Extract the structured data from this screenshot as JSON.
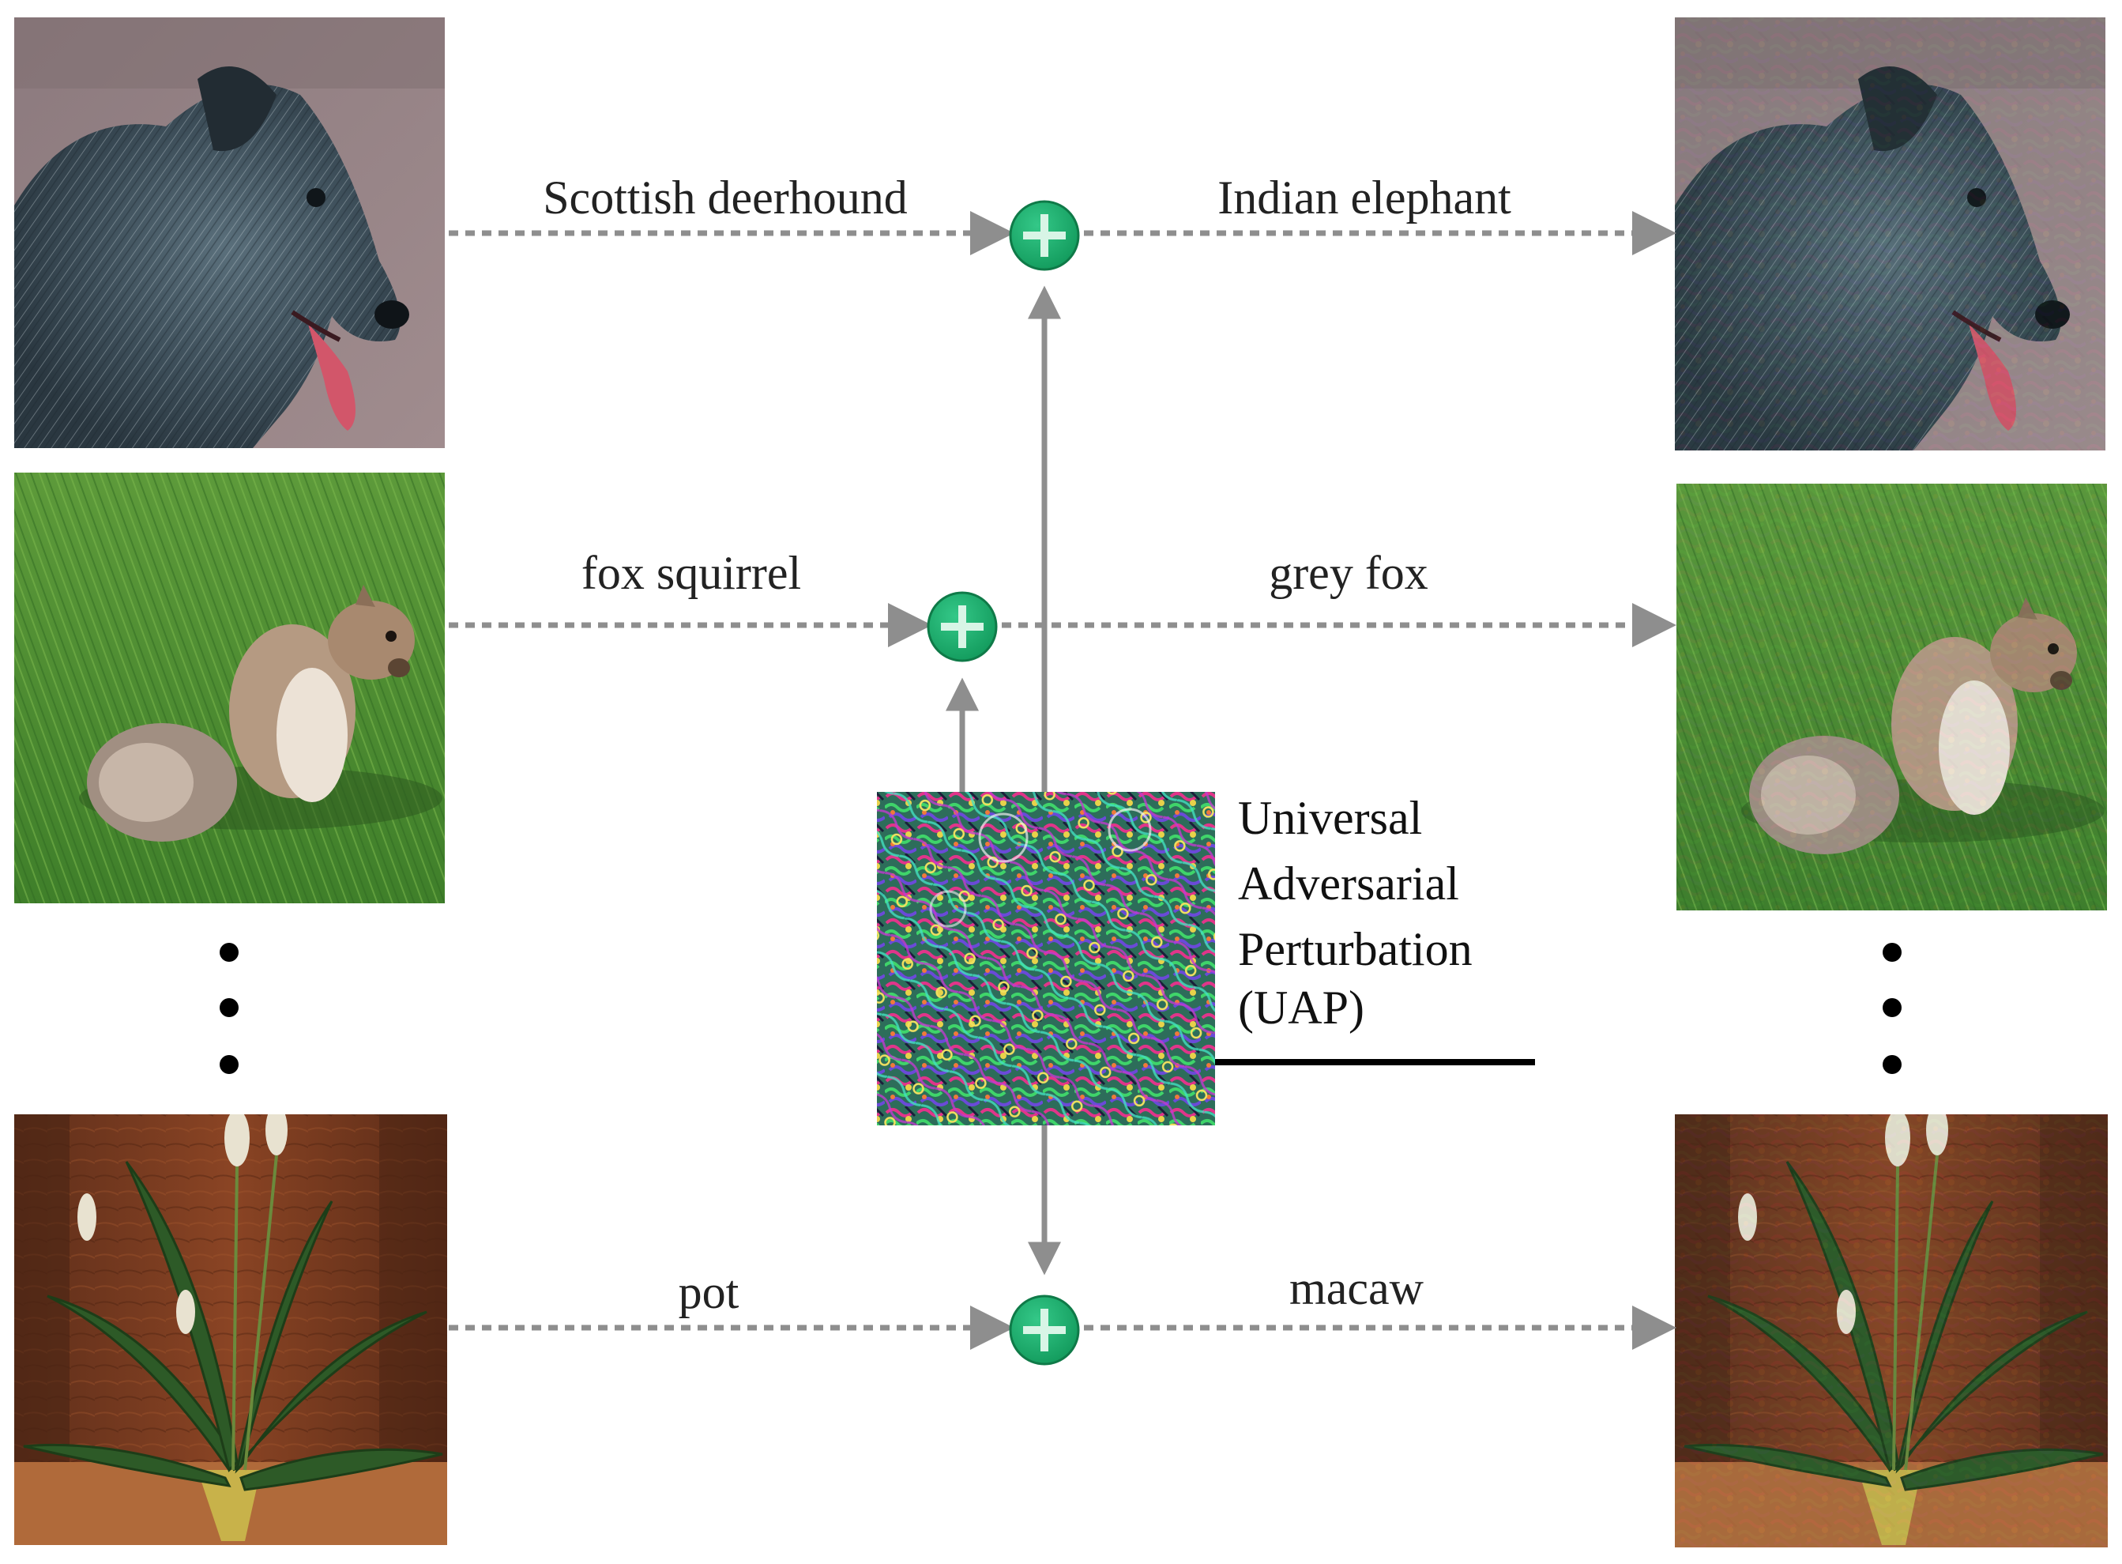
{
  "input_labels": [
    "Scottish deerhound",
    "fox squirrel",
    "pot"
  ],
  "output_labels": [
    "Indian elephant",
    "grey fox",
    "macaw"
  ],
  "uap": {
    "line1": "Universal",
    "line2": "Adversarial",
    "line3": "Perturbation",
    "line4": "(UAP)"
  },
  "colors": {
    "arrow": "#8e8e8e",
    "plus_node": "#1faa6e",
    "plus_node_dark": "#148a55"
  },
  "icons": {
    "input_images": [
      "deerhound-photo",
      "squirrel-photo",
      "potted-plant-photo"
    ],
    "output_images": [
      "perturbed-deerhound-photo",
      "perturbed-squirrel-photo",
      "perturbed-potted-plant-photo"
    ],
    "uap_image": "noise-pattern",
    "adder": "plus-circle-icon",
    "ellipsis": "vertical-ellipsis-icon"
  }
}
